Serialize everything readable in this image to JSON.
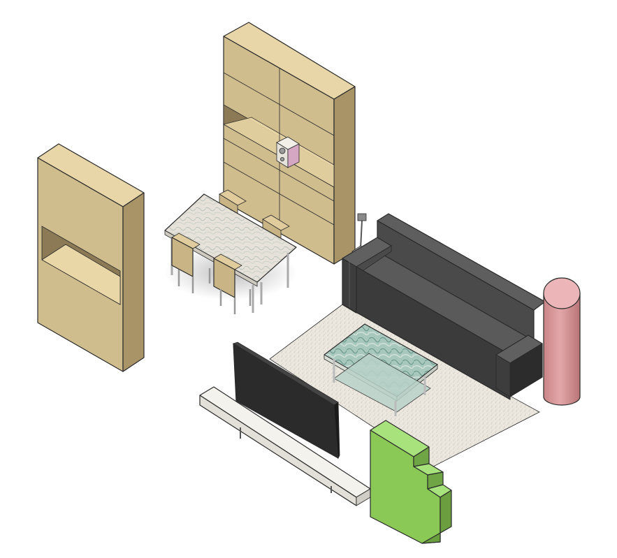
{
  "colors": {
    "wood_light": "#e3cf9f",
    "wood_mid": "#cdb98a",
    "wood_dark": "#a8946a",
    "sofa_top": "#555555",
    "sofa_front": "#3c3c3c",
    "sofa_side": "#2e2e2e",
    "rug": "#eae6de",
    "marble": "#e4e0d8",
    "glass_top": "#a9c9c0",
    "tv": "#2b2b2b",
    "tv_stand": "#ecebe6",
    "pillar": "#d89a9c",
    "pillar_top": "#ecb6b8",
    "green_top": "#a6e07a",
    "green_front": "#86c453",
    "green_side": "#6a9e3e",
    "background": "#ffffff"
  },
  "objects": [
    {
      "name": "tall-wood-cabinet"
    },
    {
      "name": "small-wood-cabinet"
    },
    {
      "name": "dining-table"
    },
    {
      "name": "dining-chair"
    },
    {
      "name": "speaker"
    },
    {
      "name": "sofa"
    },
    {
      "name": "coffee-table"
    },
    {
      "name": "rug"
    },
    {
      "name": "tv"
    },
    {
      "name": "tv-stand"
    },
    {
      "name": "pink-cylinder"
    },
    {
      "name": "green-stepped-block"
    },
    {
      "name": "floor-lamp"
    }
  ]
}
